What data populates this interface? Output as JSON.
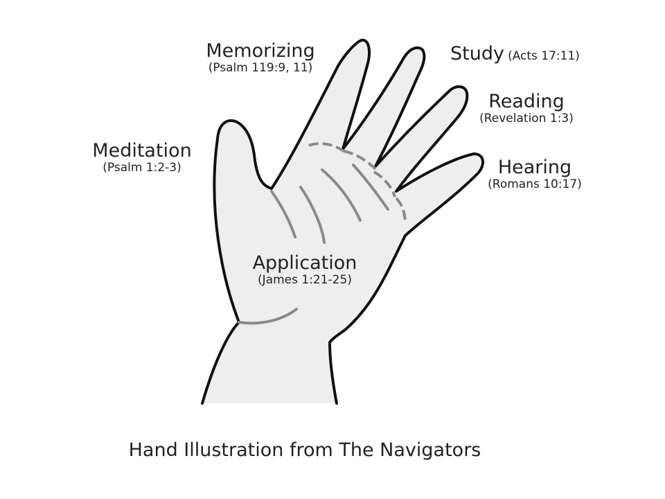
{
  "labels": {
    "memorizing": {
      "title": "Memorizing",
      "ref": "(Psalm 119:9, 11)"
    },
    "study": {
      "title": "Study",
      "ref": "(Acts 17:11)"
    },
    "reading": {
      "title": "Reading",
      "ref": "(Revelation 1:3)"
    },
    "meditation": {
      "title": "Meditation",
      "ref": "(Psalm 1:2-3)"
    },
    "hearing": {
      "title": "Hearing",
      "ref": "(Romans 10:17)"
    },
    "application": {
      "title": "Application",
      "ref": "(James 1:21-25)"
    }
  },
  "caption": "Hand Illustration from The Navigators",
  "colors": {
    "hand_fill": "#eeeeee",
    "outline": "#111111",
    "crease": "#8a8a8a",
    "text": "#222222"
  }
}
